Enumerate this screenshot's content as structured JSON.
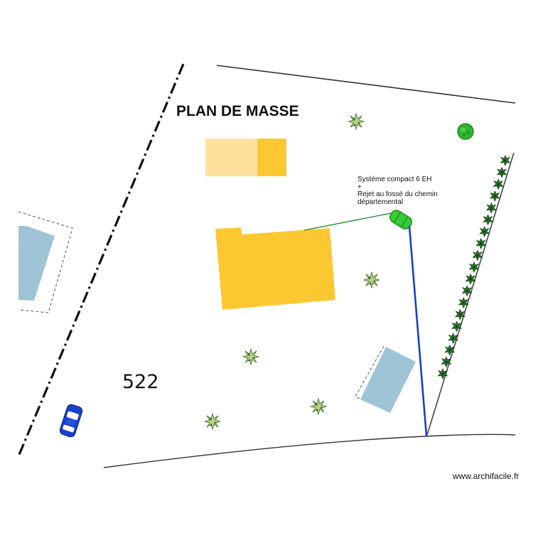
{
  "title": "PLAN DE MASSE",
  "parcel_number": "522",
  "annotation": {
    "line1": "Système compact 6 EH",
    "line2": "+",
    "line3": "Rejet au fossé du chemin",
    "line4": "départemental"
  },
  "credit": "www.archifacile.fr",
  "colors": {
    "house": "#fbc832",
    "annex_light": "#fde29d",
    "annex_dark": "#fbc832",
    "pool": "#9ec4d6",
    "septic_tank": "#33cc33",
    "drain_pipe": "#1a3fcc",
    "connection_pipe": "#1a8a1a",
    "car": "#1a3fcc"
  },
  "icons": {
    "trees": "tree-icon",
    "hedge": "hedge-shrub-icon",
    "car": "car-icon"
  }
}
